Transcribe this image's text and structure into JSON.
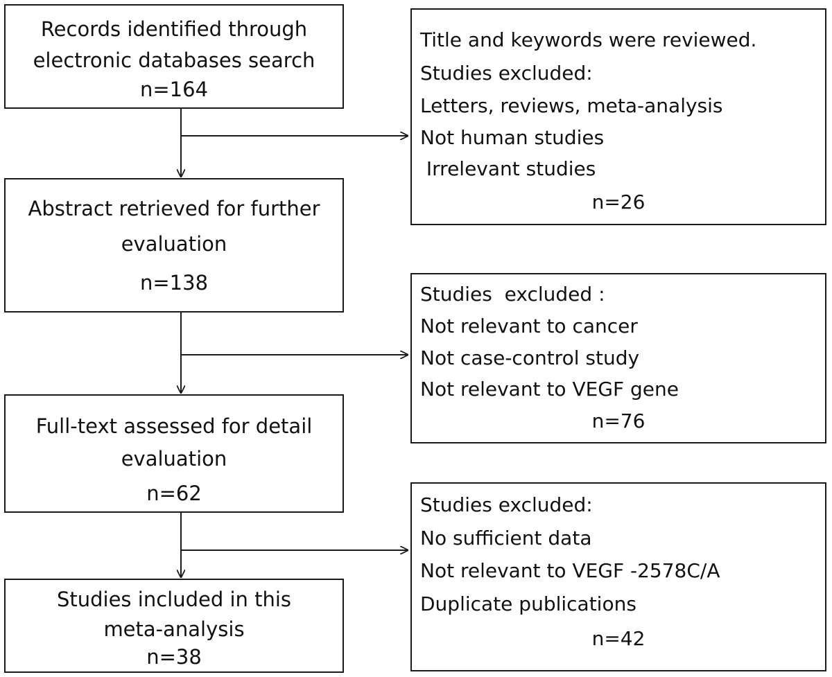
{
  "flow": {
    "main": [
      {
        "lines": [
          "Records identified through",
          "electronic databases search"
        ],
        "count": "n=164"
      },
      {
        "lines": [
          "Abstract retrieved for further",
          "evaluation"
        ],
        "count": "n=138"
      },
      {
        "lines": [
          "Full-text assessed for detail",
          "evaluation"
        ],
        "count": "n=62"
      },
      {
        "lines": [
          "Studies included in this",
          "meta-analysis"
        ],
        "count": "n=38"
      }
    ],
    "excluded": [
      {
        "lines": [
          "Title and keywords were reviewed.",
          "Studies excluded:",
          "Letters, reviews, meta-analysis",
          "Not human studies",
          " Irrelevant studies"
        ],
        "count": "n=26"
      },
      {
        "lines": [
          "Studies  excluded :",
          "Not relevant to cancer",
          "Not case-control study",
          "Not relevant to VEGF gene"
        ],
        "count": "n=76"
      },
      {
        "lines": [
          "Studies excluded:",
          "No sufficient data",
          "Not relevant to VEGF -2578C/A",
          "Duplicate publications"
        ],
        "count": "n=42"
      }
    ]
  }
}
